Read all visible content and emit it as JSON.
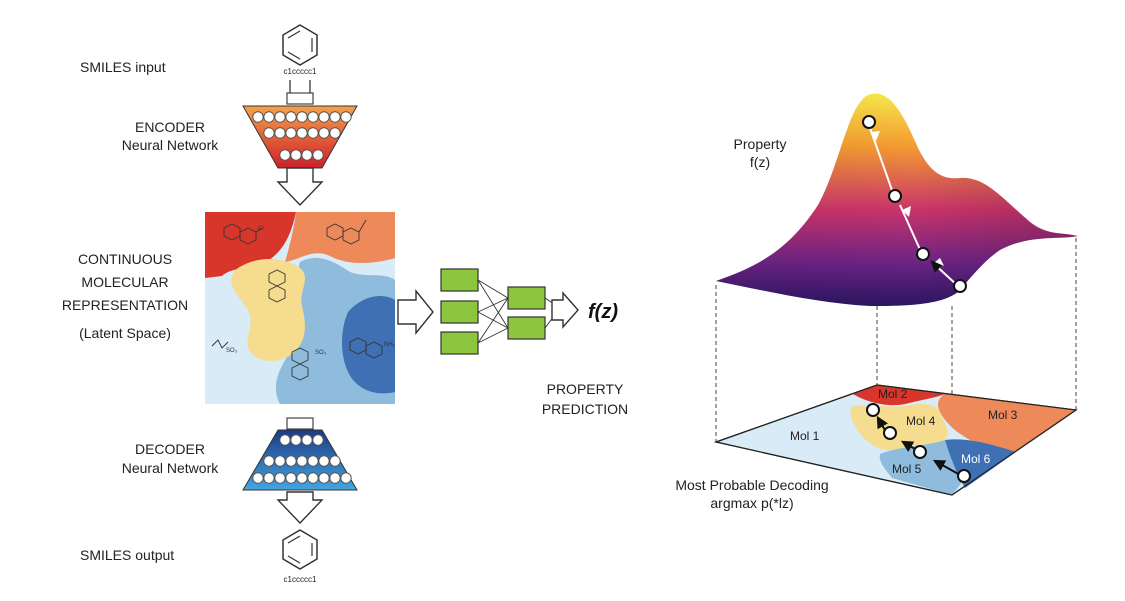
{
  "labels": {
    "smiles_input": "SMILES input",
    "smiles_output": "SMILES output",
    "smiles_string_top": "c1ccccc1",
    "smiles_string_bottom": "c1ccccc1",
    "encoder_l1": "ENCODER",
    "encoder_l2": "Neural Network",
    "decoder_l1": "DECODER",
    "decoder_l2": "Neural Network",
    "latent_l1": "CONTINUOUS",
    "latent_l2": "MOLECULAR",
    "latent_l3": "REPRESENTATION",
    "latent_l4": "(Latent Space)",
    "prediction_l1": "PROPERTY",
    "prediction_l2": "PREDICTION",
    "fz": "f(z)",
    "property_l1": "Property",
    "property_l2": "f(z)",
    "decoding_l1": "Most Probable Decoding",
    "decoding_l2": "argmax p(*lz)",
    "mol1": "Mol 1",
    "mol2": "Mol 2",
    "mol3": "Mol 3",
    "mol4": "Mol 4",
    "mol5": "Mol 5",
    "mol6": "Mol 6",
    "nh2": "NH₂",
    "so3": "SO₃"
  },
  "colors": {
    "red": "#d9362b",
    "orange": "#ee8a5a",
    "light_blue": "#d8ebf6",
    "mid_blue": "#8fbcdd",
    "dark_blue": "#3f70b4",
    "yellow": "#f5dc8e",
    "green": "#8cc63f",
    "encoder_top": "#f08a3c",
    "encoder_bottom": "#d0202a",
    "decoder_top": "#1c3d8c",
    "decoder_bottom": "#3ea1dd"
  }
}
